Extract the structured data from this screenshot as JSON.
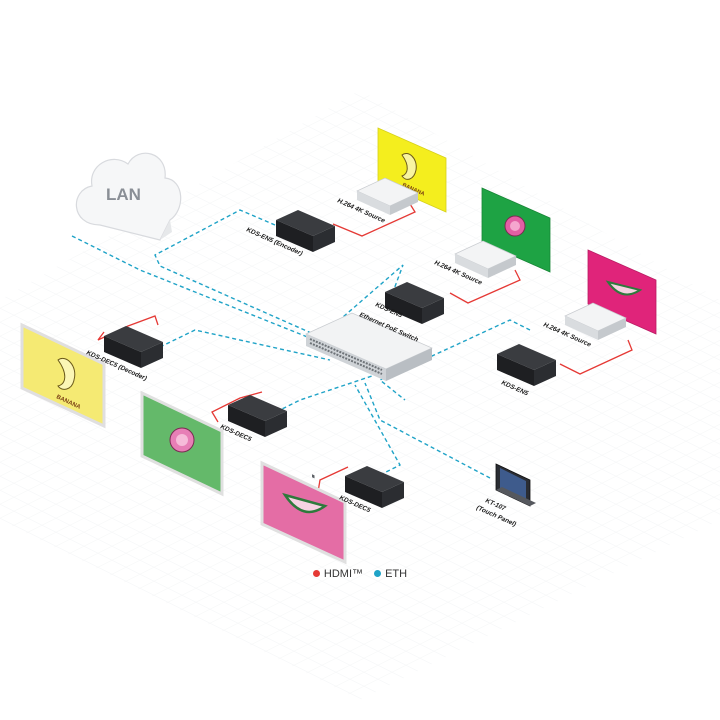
{
  "cloud": {
    "label": "LAN"
  },
  "devices": {
    "encoder_top": {
      "label": "KDS-EN5 (Encoder)"
    },
    "encoder_mid": {
      "label_line1": "KDS-EN5",
      "label_line2": "Ethernet PoE Switch"
    },
    "encoder_right": {
      "label": "KDS-EN5"
    },
    "decoder_left": {
      "label": "KDS-DEC5 (Decoder)"
    },
    "decoder_mid": {
      "label": "KDS-DEC5"
    },
    "decoder_bottom": {
      "label": "KDS-DEC5"
    },
    "source_1": {
      "label": "H.264 4K Source"
    },
    "source_2": {
      "label": "H.264 4K Source"
    },
    "source_3": {
      "label": "H.264 4K Source"
    },
    "touch_panel": {
      "label_line1": "KT-107",
      "label_line2": "(Touch Panel)"
    }
  },
  "screens": {
    "banana_top": {
      "text": "BANANA"
    },
    "banana_left": {
      "text": "BANANA"
    }
  },
  "legend": {
    "hdmi": {
      "label": "HDMI™",
      "color": "#e53935"
    },
    "eth": {
      "label": "ETH",
      "color": "#1fa3c7"
    }
  },
  "colors": {
    "hdmi_line": "#e53935",
    "eth_line": "#1fa3c7",
    "device_dark": "#1e1f22",
    "banana_bg": "#f4ee1e",
    "guava_bg": "#1ea344",
    "melon_bg": "#e0247a"
  }
}
